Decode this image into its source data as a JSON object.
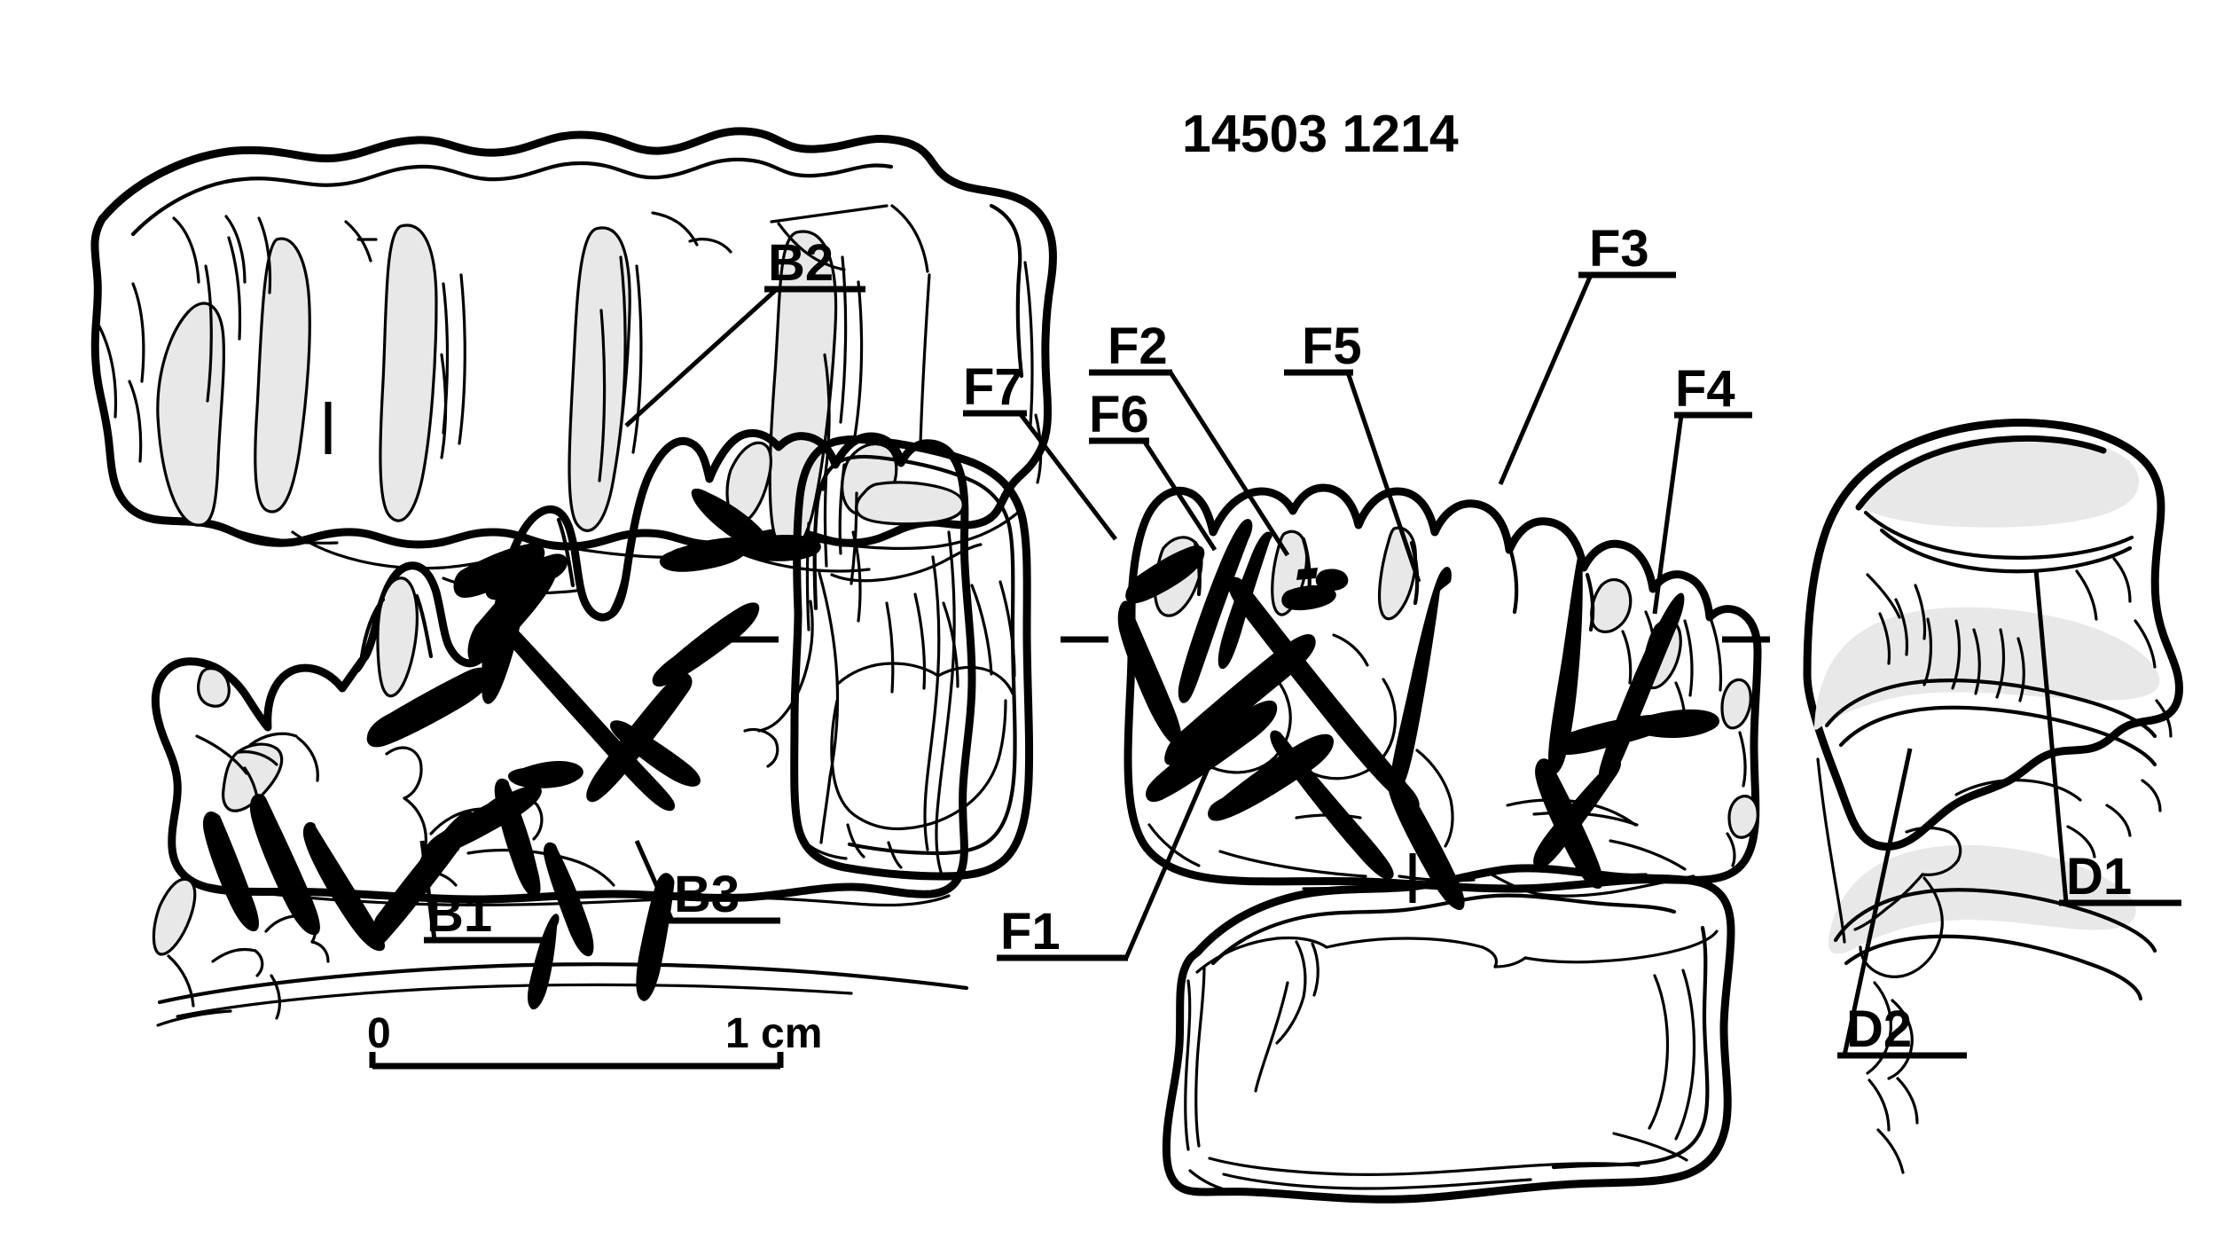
{
  "figure": {
    "title": "14503 1214",
    "kind": "archaeological-specimen-line-drawing",
    "description": "Line drawing of a tooth specimen shown in multiple orthogonal views with cut marks highlighted in solid black and enamel shaded light grey.",
    "colors": {
      "ink": "#000000",
      "enamel_fill": "#e8e8e8",
      "background": "#ffffff",
      "cutmark_fill": "#000000"
    }
  },
  "scalebar": {
    "left_label": "0",
    "right_label": "1 cm",
    "length_cm": 1
  },
  "labels": {
    "b1": "B1",
    "b2": "B2",
    "b3": "B3",
    "f1": "F1",
    "f2": "F2",
    "f3": "F3",
    "f4": "F4",
    "f5": "F5",
    "f6": "F6",
    "f7": "F7",
    "d1": "D1",
    "d2": "D2"
  },
  "views": [
    {
      "id": "view-occlusal-left",
      "name": "occlusal view (left specimen)",
      "position": "top-left"
    },
    {
      "id": "view-lateral-left",
      "name": "lateral view (left specimen)",
      "position": "middle-left"
    },
    {
      "id": "view-proximal-left",
      "name": "proximal view (left specimen)",
      "position": "center"
    },
    {
      "id": "view-lateral-right",
      "name": "lateral view (right specimen)",
      "position": "middle-right"
    },
    {
      "id": "view-basal-right",
      "name": "basal view (right specimen)",
      "position": "bottom-right"
    },
    {
      "id": "view-occlusal-right",
      "name": "occlusal view (right specimen)",
      "position": "far-right"
    }
  ],
  "cutmarks": {
    "left_specimen": [
      "B1",
      "B2",
      "B3"
    ],
    "right_specimen": [
      "F1",
      "F2",
      "F3",
      "F4",
      "F5",
      "F6",
      "F7"
    ],
    "far_right_specimen": [
      "D1",
      "D2"
    ]
  }
}
